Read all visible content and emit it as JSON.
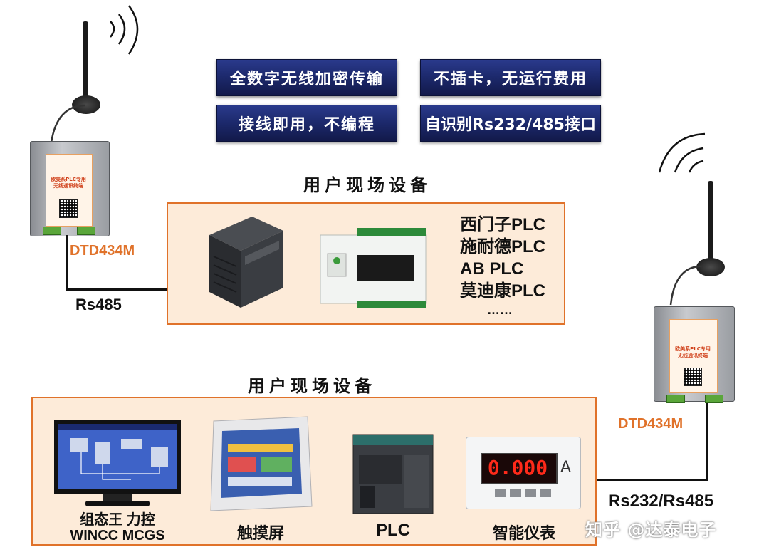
{
  "badges": [
    "全数字无线加密传输",
    "不插卡，无运行费用",
    "接线即用，不编程",
    "自识别Rs232/485接口"
  ],
  "sections": {
    "top_title": "用户现场设备",
    "bottom_title": "用户现场设备"
  },
  "devices": {
    "left_label": "DTD434M",
    "right_label": "DTD434M",
    "face_text": "欧美系PLC专用\n无线通讯终端"
  },
  "buses": {
    "left": "Rs485",
    "right": "Rs232/Rs485"
  },
  "plc_list": [
    "西门子PLC",
    "施耐德PLC",
    "AB PLC",
    "莫迪康PLC",
    "……"
  ],
  "equipment": [
    {
      "line1": "组态王 力控",
      "line2": "WINCC MCGS"
    },
    {
      "line1": "触摸屏"
    },
    {
      "line1": "PLC"
    },
    {
      "line1": "智能仪表"
    }
  ],
  "meter_reading": "0.000",
  "meter_unit": "A",
  "watermark": "知乎 @达泰电子",
  "colors": {
    "accent": "#e0722a",
    "frame_fill": "#fdebd9",
    "badge": "#1d2a6e"
  }
}
